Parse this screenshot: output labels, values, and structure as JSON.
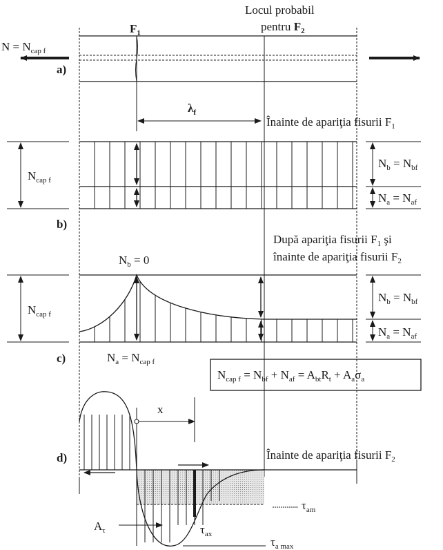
{
  "colors": {
    "ink": "#1a1a1a",
    "shade": "#d8d8d8"
  },
  "labels": {
    "n_eq": "N = N",
    "cap_f": "cap f",
    "f1": "F",
    "one": "1",
    "two": "2",
    "locul": "Locul probabil",
    "pentru": "pentru ",
    "a": "a)",
    "b": "b)",
    "c": "c)",
    "d": "d)",
    "lambda": "λ",
    "f": "f",
    "inainte_f1": "Înainte de apariţia fisurii F",
    "nb_eq": "N",
    "b_sub": "b",
    "eq_nbf": " = N",
    "bf_sub": "bf",
    "na_eq": "N",
    "a_sub": "a",
    "eq_naf": " = N",
    "af_sub": "af",
    "dupa1": "După apariţia fisurii F",
    "dupa1b": " şi",
    "dupa2": "înainte de apariţia fisurii F",
    "nb_zero": " = 0",
    "na_ncap": " = N",
    "formula": {
      "p1": "N",
      "s1": "cap f",
      "p2": " = N",
      "s2": "bf",
      "p3": " + N",
      "s3": "af",
      "p4": " = A",
      "s4": "bt",
      "p5": "R",
      "s5": "t",
      "p6": " + A",
      "s6": "a",
      "p7": "σ",
      "s7": "a"
    },
    "x": "x",
    "inainte_f2": "Înainte de apariţia fisurii F",
    "tau": "τ",
    "am": "am",
    "ax": "ax",
    "amax": "a max",
    "a_tau": "A"
  }
}
